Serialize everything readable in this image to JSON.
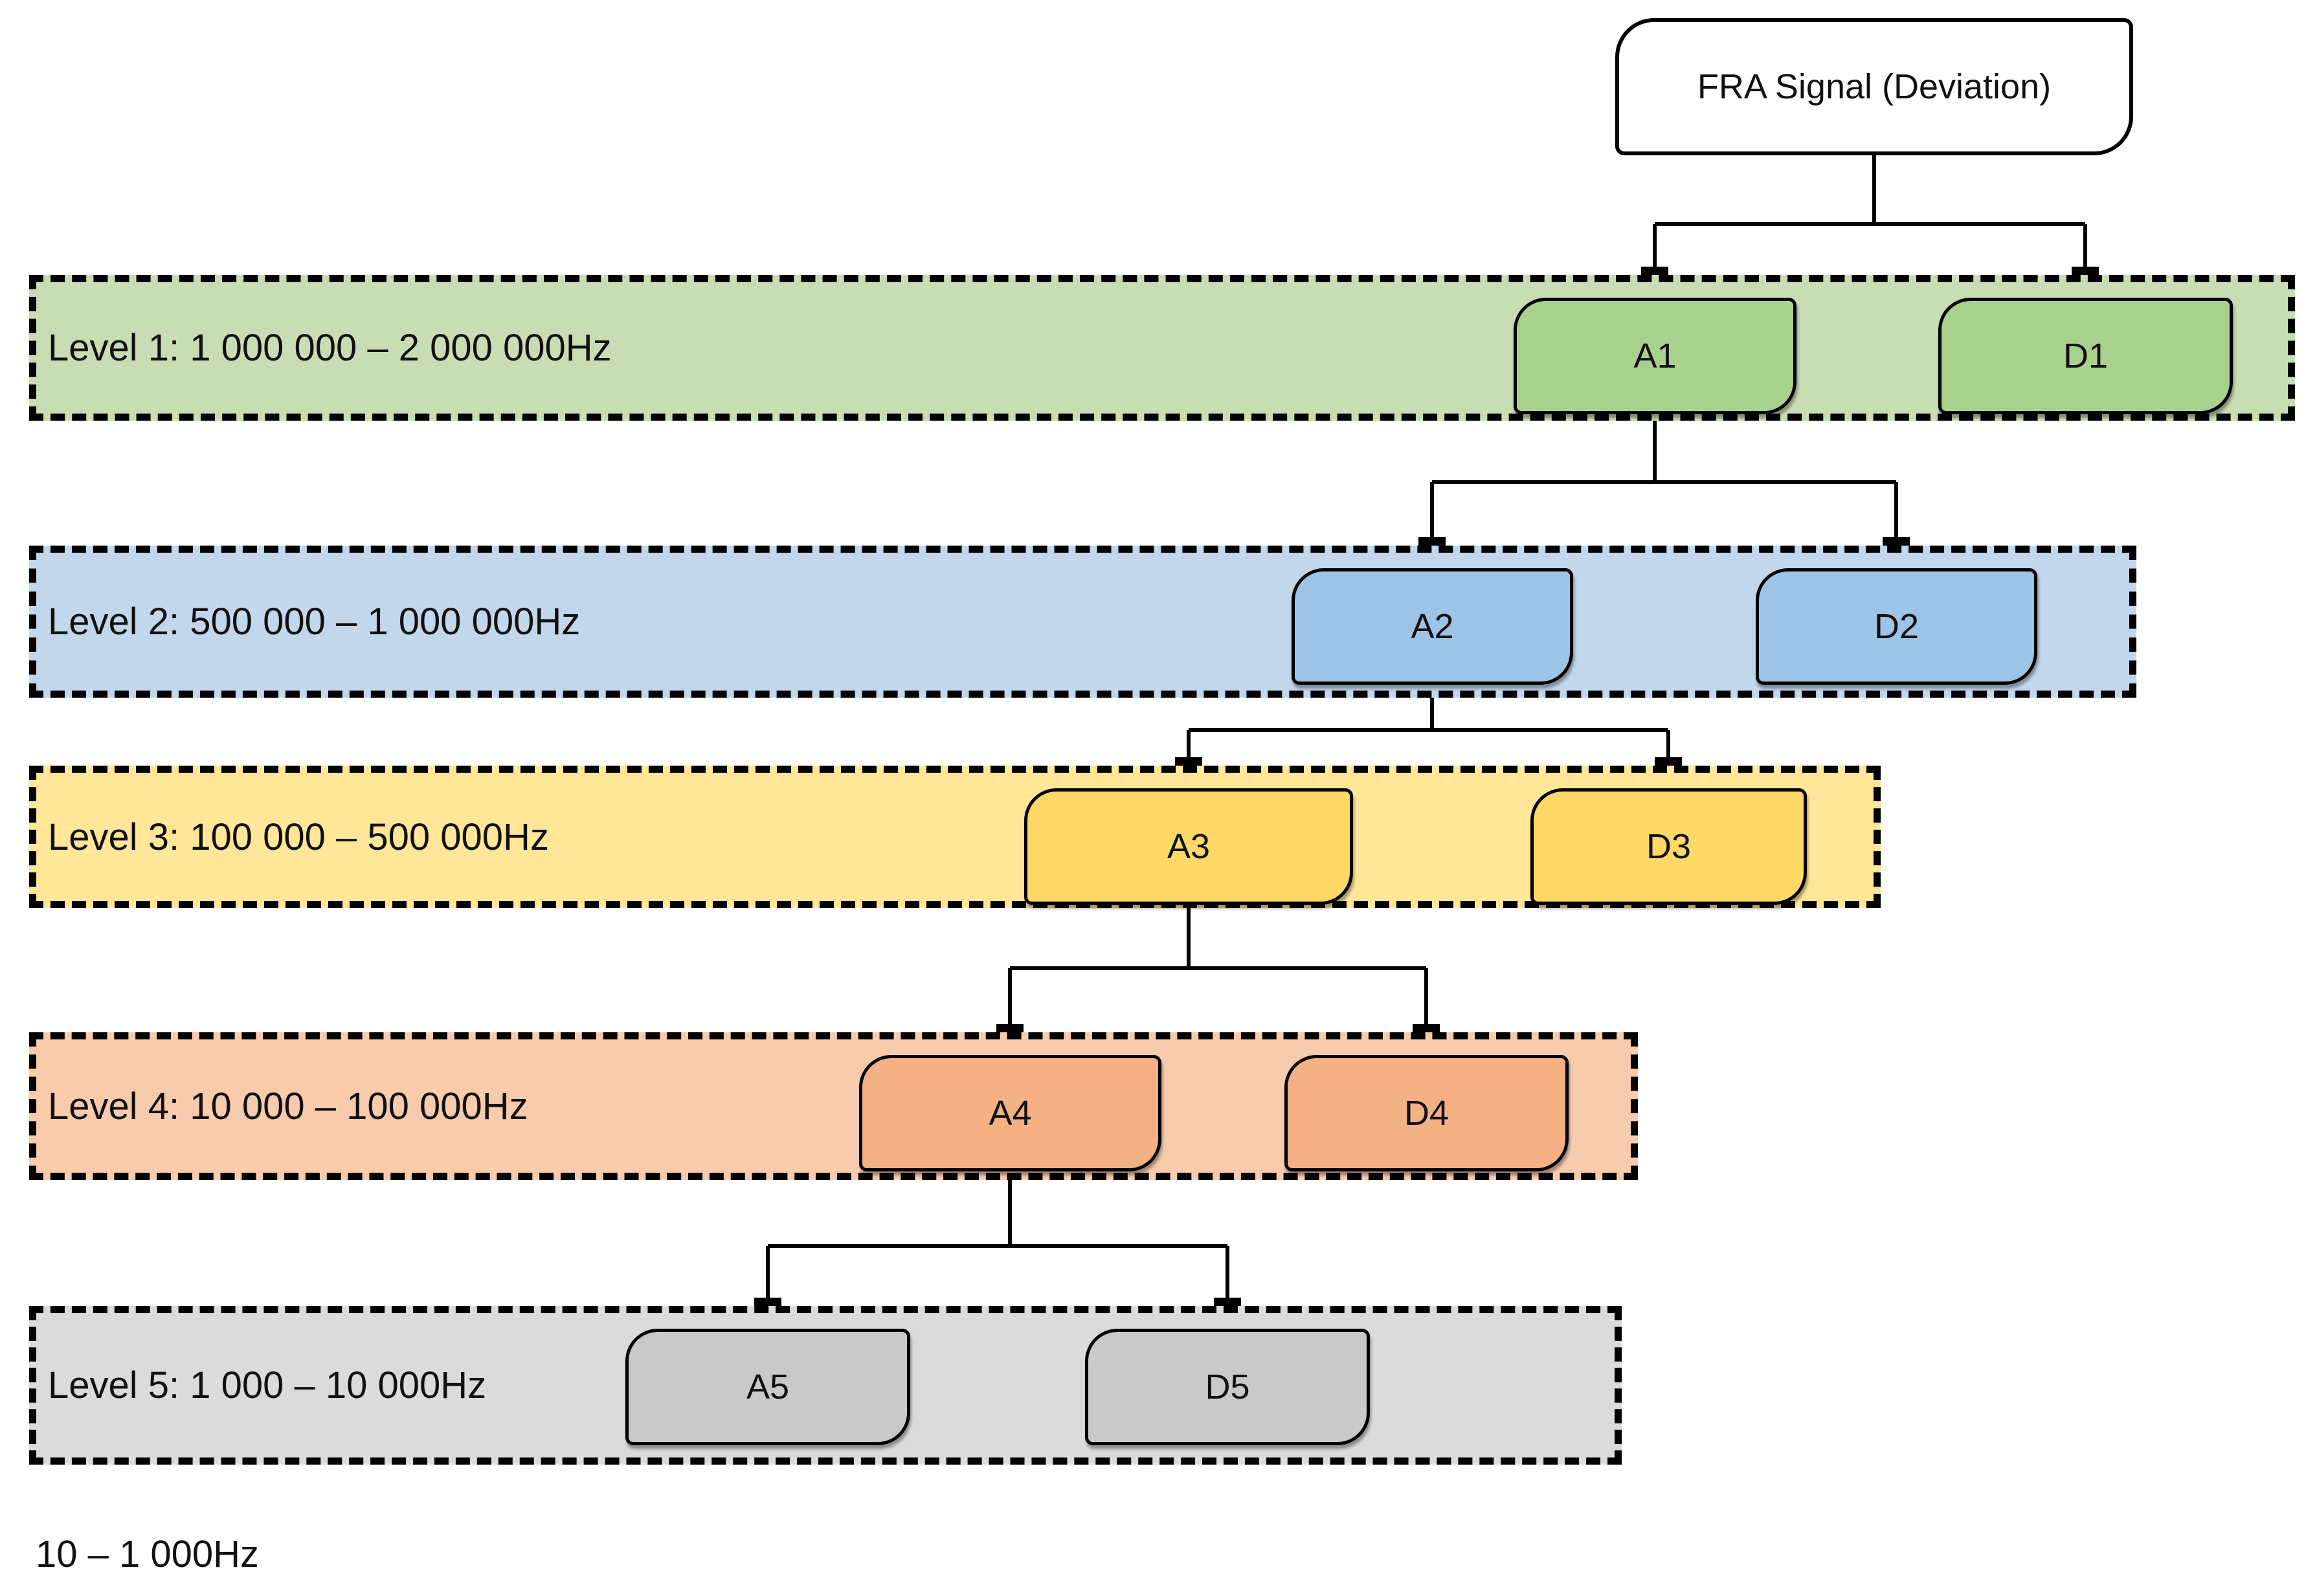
{
  "root": {
    "label": "FRA Signal (Deviation)"
  },
  "levels": [
    {
      "label": "Level 1: 1 000 000 – 2 000 000Hz",
      "band_color": "#C5E0B4",
      "node_color": "#A9D18E",
      "approx": {
        "label": "A1"
      },
      "detail": {
        "label": "D1"
      }
    },
    {
      "label": "Level 2: 500 000 – 1 000 000Hz",
      "band_color": "#BDD7EE",
      "node_color": "#9DC3E6",
      "approx": {
        "label": "A2"
      },
      "detail": {
        "label": "D2"
      }
    },
    {
      "label": "Level 3: 100 000 – 500 000Hz",
      "band_color": "#FFE699",
      "node_color": "#FFD966",
      "approx": {
        "label": "A3"
      },
      "detail": {
        "label": "D3"
      }
    },
    {
      "label": "Level 4: 10 000 – 100 000Hz",
      "band_color": "#F8CBAD",
      "node_color": "#F4B183",
      "approx": {
        "label": "A4"
      },
      "detail": {
        "label": "D4"
      }
    },
    {
      "label": "Level 5: 1 000 – 10 000Hz",
      "band_color": "#D9D9D9",
      "node_color": "#C9C9C9",
      "approx": {
        "label": "A5"
      },
      "detail": {
        "label": "D5"
      }
    }
  ],
  "footer": {
    "label": "10 – 1 000Hz"
  },
  "line_color": "#000000"
}
